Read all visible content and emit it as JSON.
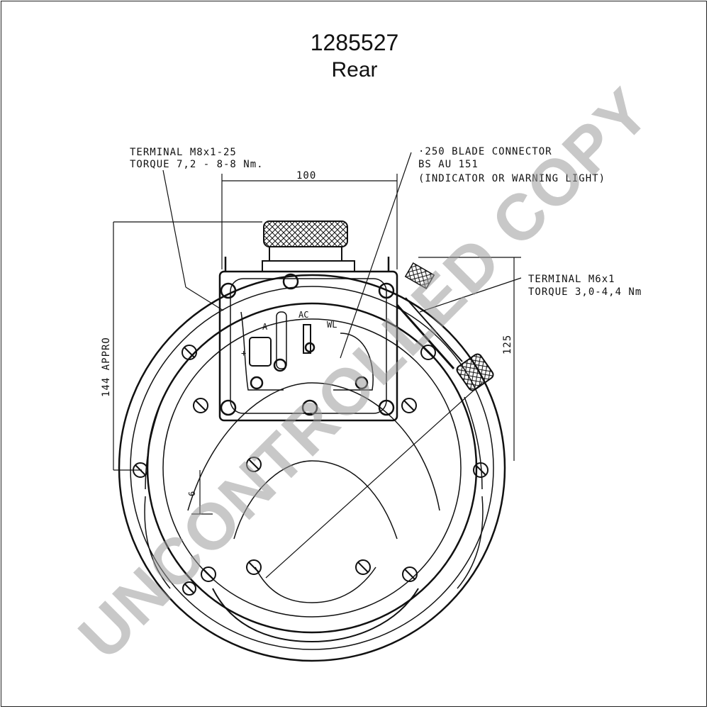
{
  "title": {
    "part_number": "1285527",
    "view": "Rear"
  },
  "annotations": {
    "terminal_main": {
      "line1": "TERMINAL  M8x1-25",
      "line2": "TORQUE  7,2 - 8-8 Nm."
    },
    "blade_connector": {
      "line1": "·250 BLADE CONNECTOR",
      "line2": "BS AU 151",
      "line3": "(INDICATOR OR WARNING LIGHT)"
    },
    "terminal_small": {
      "line1": "TERMINAL  M6x1",
      "line2": "TORQUE  3,0-4,4 Nm"
    }
  },
  "dimensions": {
    "width_top": "100",
    "height_left": "144  APPRO",
    "height_right": "125",
    "small_offset": "6"
  },
  "terminal_labels": {
    "a": "A",
    "ac": "AC",
    "wl": "WL",
    "plus": "+"
  },
  "watermark": "UNCONTROLLED COPY"
}
